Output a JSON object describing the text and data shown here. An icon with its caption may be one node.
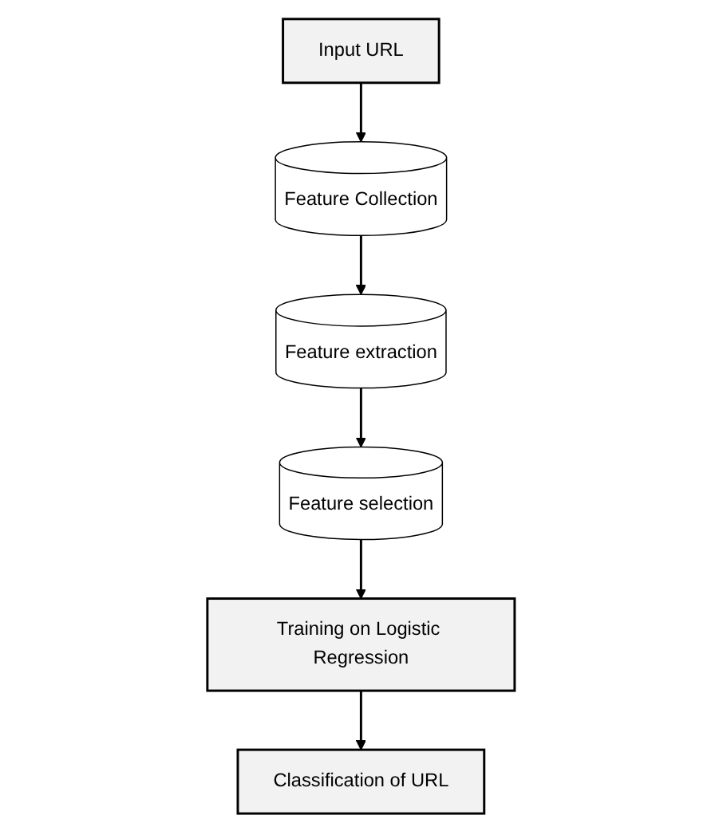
{
  "diagram": {
    "nodes": [
      {
        "text": [
          "Input URL"
        ]
      },
      {
        "text": [
          "Feature Collection"
        ]
      },
      {
        "text": [
          "Feature extraction"
        ]
      },
      {
        "text": [
          "Feature selection"
        ]
      },
      {
        "text": [
          "Training on Logistic Regression"
        ]
      },
      {
        "text": [
          "Classification of URL"
        ]
      }
    ],
    "edges": [
      {
        "from": 0,
        "to": 1,
        "arrow": "to"
      },
      {
        "from": 1,
        "to": 2,
        "arrow": "to"
      },
      {
        "from": 2,
        "to": 3,
        "arrow": "to"
      },
      {
        "from": 3,
        "to": 4,
        "arrow": "to"
      },
      {
        "from": 4,
        "to": 5,
        "arrow": "to"
      }
    ]
  }
}
